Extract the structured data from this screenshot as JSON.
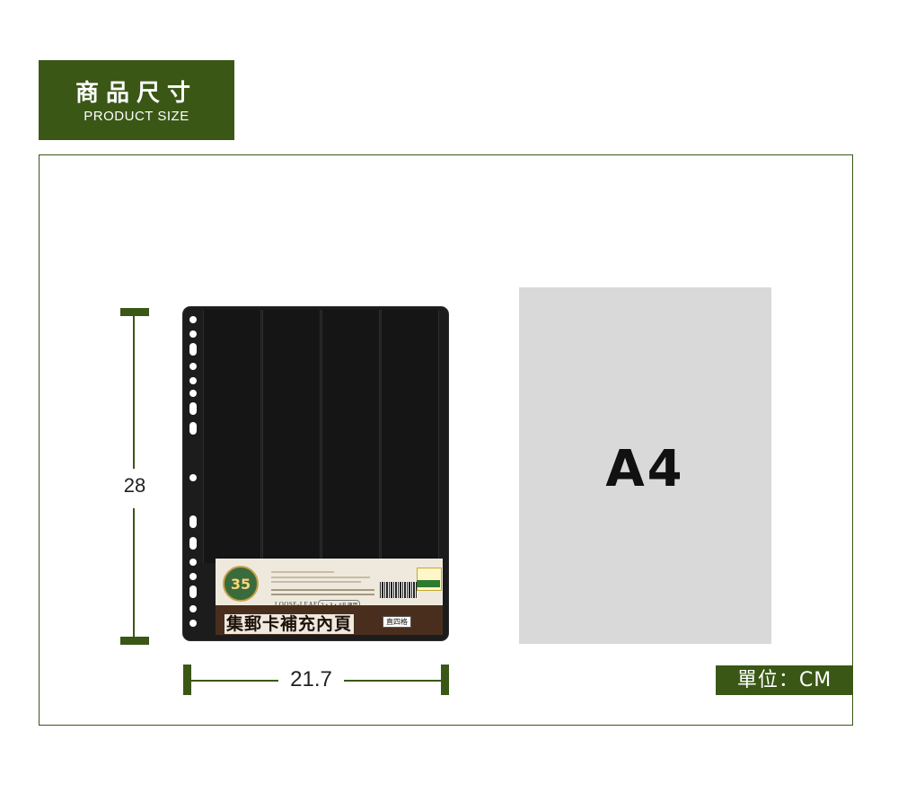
{
  "header": {
    "title": "商品尺寸",
    "subtitle": "PRODUCT SIZE"
  },
  "dimensions": {
    "height": "28",
    "width": "21.7"
  },
  "product": {
    "name": "集郵卡補充內頁",
    "loose_leaf": "LOOSE-LEAF",
    "hole_note": "2・3・4孔適用",
    "tag": "直四格",
    "seal_number": "35"
  },
  "reference": {
    "label": "A4"
  },
  "unit": {
    "text": "單位：CM"
  },
  "colors": {
    "brand_green": "#3a5716",
    "sheet": "#1c1c1c",
    "a4_card": "#d9d9d9"
  }
}
